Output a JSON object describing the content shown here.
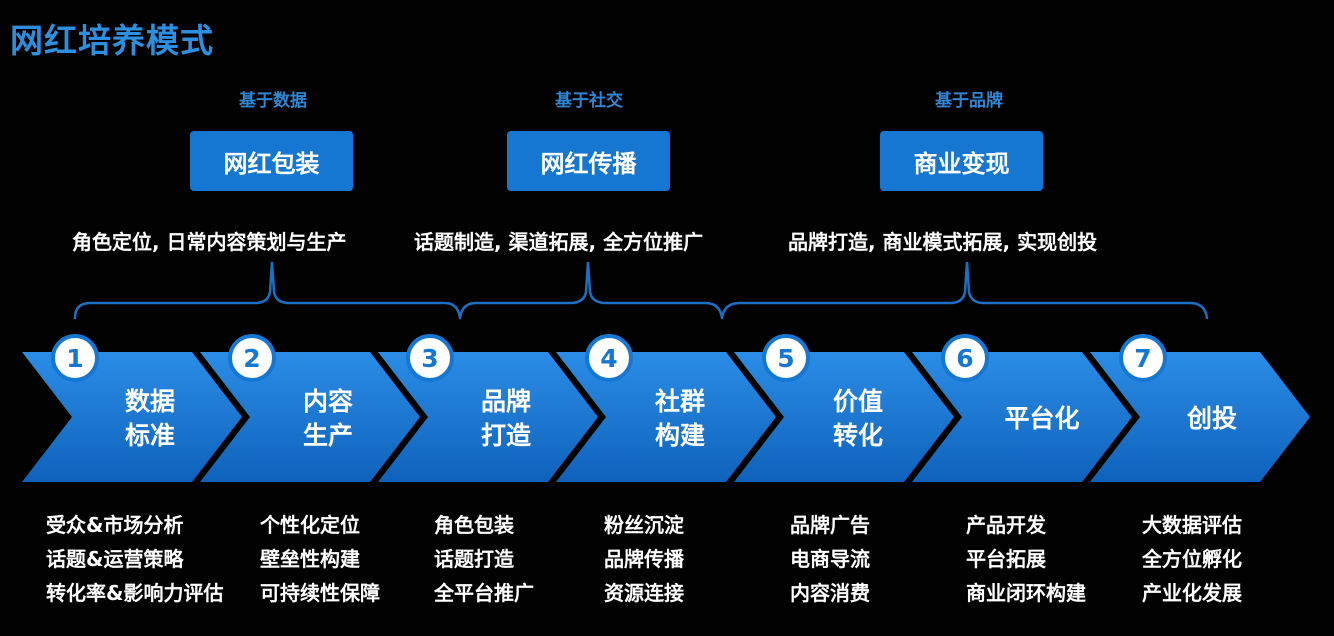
{
  "title": "网红培养模式",
  "stages": [
    {
      "basis": "基于数据",
      "name": "网红包装",
      "desc": "角色定位, 日常内容策划与生产"
    },
    {
      "basis": "基于社交",
      "name": "网红传播",
      "desc": "话题制造, 渠道拓展, 全方位推广"
    },
    {
      "basis": "基于品牌",
      "name": "商业变现",
      "desc": "品牌打造, 商业模式拓展, 实现创投"
    }
  ],
  "steps": [
    {
      "num": "1",
      "line1": "数据",
      "line2": "标准",
      "details": [
        "受众&市场分析",
        "话题&运营策略",
        "转化率&影响力评估"
      ]
    },
    {
      "num": "2",
      "line1": "内容",
      "line2": "生产",
      "details": [
        "个性化定位",
        "壁垒性构建",
        "可持续性保障"
      ]
    },
    {
      "num": "3",
      "line1": "品牌",
      "line2": "打造",
      "details": [
        "角色包装",
        "话题打造",
        "全平台推广"
      ]
    },
    {
      "num": "4",
      "line1": "社群",
      "line2": "构建",
      "details": [
        "粉丝沉淀",
        "品牌传播",
        "资源连接"
      ]
    },
    {
      "num": "5",
      "line1": "价值",
      "line2": "转化",
      "details": [
        "品牌广告",
        "电商导流",
        "内容消费"
      ]
    },
    {
      "num": "6",
      "line1": "平台化",
      "line2": "",
      "details": [
        "产品开发",
        "平台拓展",
        "商业闭环构建"
      ]
    },
    {
      "num": "7",
      "line1": "创投",
      "line2": "",
      "details": [
        "大数据评估",
        "全方位孵化",
        "产业化发展"
      ]
    }
  ],
  "colors": {
    "accent": "#1677d2",
    "title": "#2d8fe0",
    "background": "#020203"
  }
}
